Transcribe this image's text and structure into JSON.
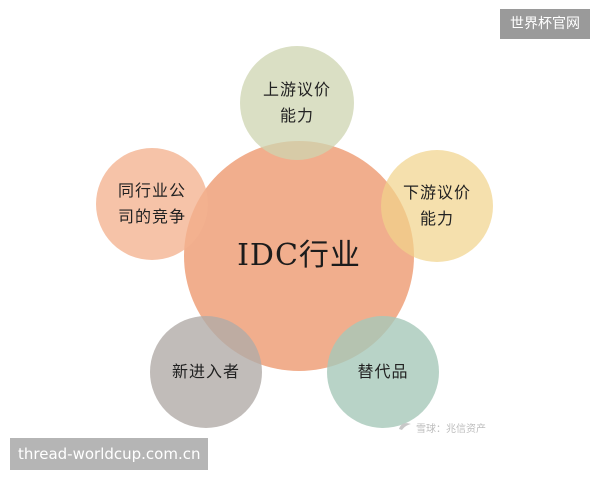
{
  "diagram": {
    "center": {
      "label": "IDC行业"
    },
    "nodes": {
      "top": {
        "label": "上游议价\n能力"
      },
      "right": {
        "label": "下游议价\n能力"
      },
      "bottom_right": {
        "label": "替代品"
      },
      "bottom_left": {
        "label": "新进入者"
      },
      "left": {
        "label": "同行业公\n司的竞争"
      }
    }
  },
  "watermarks": {
    "corner": "世界杯官网",
    "url": "thread-worldcup.com.cn",
    "source": "雪球：兆信资产"
  },
  "icons": {
    "source_icon": "snowball-logo-icon"
  }
}
